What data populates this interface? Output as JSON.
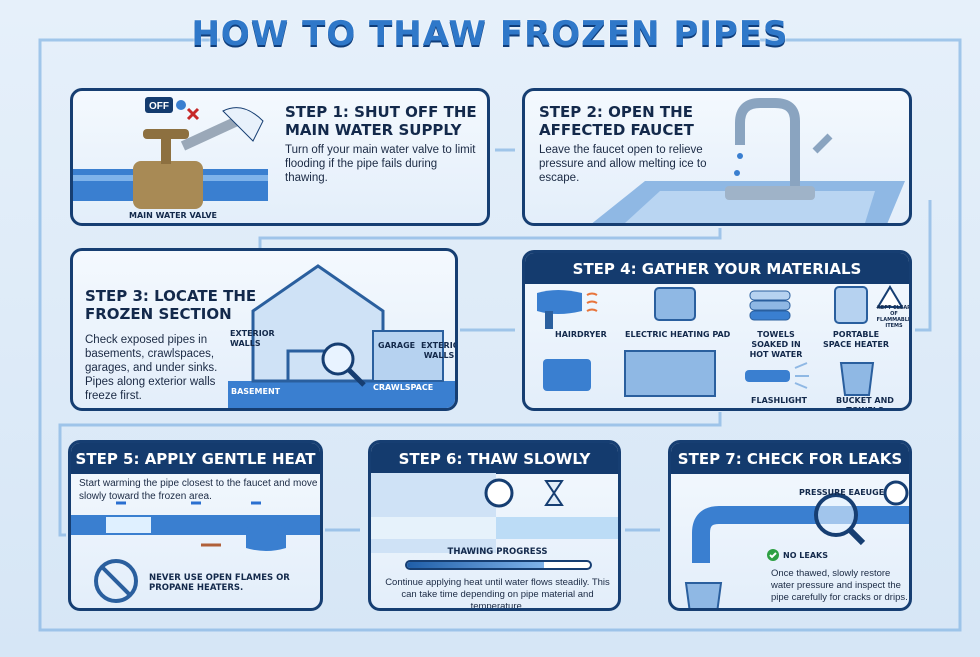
{
  "title": "HOW TO THAW FROZEN PIPES",
  "colors": {
    "navy": "#143b6e",
    "pipe": "#3a7fd0",
    "background": "#dbe9f7",
    "accent_heat": "#e8743b",
    "ok": "#2ea043",
    "warn": "#c62828"
  },
  "step1": {
    "title_line1": "STEP 1: SHUT OFF THE",
    "title_line2": "MAIN WATER SUPPLY",
    "text": "Turn off your main water valve to limit flooding if the pipe fails during thawing.",
    "valve_label": "MAIN WATER VALVE",
    "off_tag": "OFF",
    "icons": [
      "valve-icon",
      "wrench-icon",
      "water-drop-icon",
      "x-icon"
    ]
  },
  "step2": {
    "title_line1": "STEP 2: OPEN THE",
    "title_line2": "AFFECTED FAUCET",
    "text": "Leave the faucet open to relieve pressure and allow melting ice to escape.",
    "icons": [
      "faucet-icon",
      "sink-icon"
    ]
  },
  "step3": {
    "title_line1": "STEP 3: LOCATE THE",
    "title_line2": "FROZEN SECTION",
    "text": "Check exposed pipes in basements, crawlspaces, garages, and under sinks. Pipes along exterior walls freeze first.",
    "labels": {
      "exterior_walls_left": "EXTERIOR WALLS",
      "garage": "GARAGE",
      "exterior_walls_right": "EXTERIOR WALLS",
      "basement": "BASEMENT",
      "crawlspace": "CRAWLSPACE"
    }
  },
  "step4": {
    "title": "STEP 4: GATHER YOUR MATERIALS",
    "items": [
      {
        "label": "HAIRDRYER",
        "icon": "hairdryer-icon"
      },
      {
        "label": "ELECTRIC HEATING PAD",
        "icon": "heating-pad-icon"
      },
      {
        "label": "TOWELS SOAKED IN HOT WATER",
        "icon": "towels-icon"
      },
      {
        "label": "PORTABLE SPACE HEATER",
        "icon": "space-heater-icon"
      },
      {
        "label": "FLASHLIGHT",
        "icon": "flashlight-icon"
      },
      {
        "label": "BUCKET AND TOWELS",
        "icon": "bucket-icon"
      }
    ],
    "warning": "KEPT CLEAR OF FLAMMABLE ITEMS"
  },
  "step5": {
    "title": "STEP 5: APPLY GENTLE HEAT",
    "text": "Start warming the pipe closest to the faucet and move slowly toward the frozen area.",
    "warning": "NEVER USE OPEN FLAMES OR PROPANE HEATERS."
  },
  "step6": {
    "title": "STEP 6: THAW SLOWLY",
    "progress_label": "THAWING PROGRESS",
    "progress": 0.75,
    "text": "Continue applying heat until water flows steadily. This can take time depending on pipe material and temperature."
  },
  "step7": {
    "title": "STEP 7: CHECK FOR LEAKS",
    "gauge_label": "PRESSURE EAEUGE",
    "status": "NO LEAKS",
    "text": "Once thawed, slowly restore water pressure and inspect the pipe carefully for cracks or drips."
  }
}
